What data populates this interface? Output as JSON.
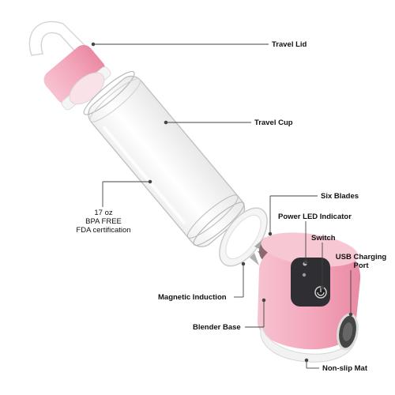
{
  "colors": {
    "pink": "#f4a9bd",
    "pink_dark": "#e98aa3",
    "white_ring": "#f5f5f5",
    "glass_edge": "#b9b9b9",
    "dark_grey": "#333333",
    "leader": "#444444"
  },
  "labels": {
    "travel_lid": "Travel Lid",
    "travel_cup": "Travel Cup",
    "capacity_line1": "17 oz",
    "capacity_line2": "BPA FREE",
    "capacity_line3": "FDA certification",
    "six_blades": "Six Blades",
    "power_led": "Power LED Indicator",
    "switch": "Switch",
    "usb_line1": "USB Charging",
    "usb_line2": "Port",
    "magnetic": "Magnetic Induction",
    "blender_base": "Blender Base",
    "non_slip": "Non-slip Mat"
  }
}
